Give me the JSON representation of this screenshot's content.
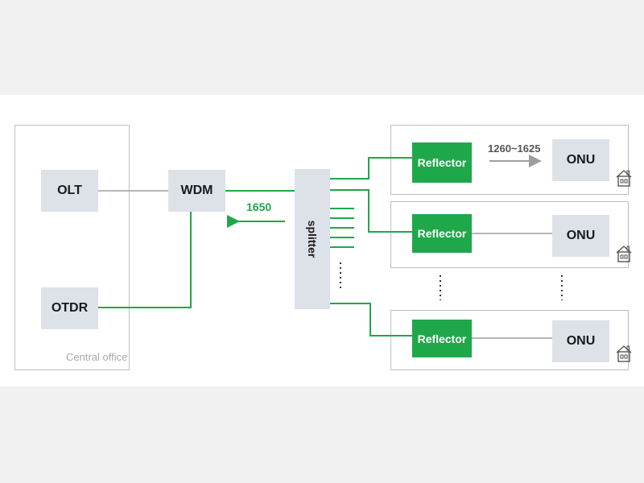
{
  "central_office": {
    "label": "Central office",
    "olt": "OLT",
    "otdr": "OTDR"
  },
  "wdm": "WDM",
  "splitter": "splitter",
  "wavelengths": {
    "downstream": "1650",
    "upstream": "1260~1625"
  },
  "branches": [
    {
      "reflector": "Reflector",
      "onu": "ONU"
    },
    {
      "reflector": "Reflector",
      "onu": "ONU"
    },
    {
      "reflector": "Reflector",
      "onu": "ONU"
    }
  ],
  "colors": {
    "green": "#1ea84a",
    "gray_line": "#9e9e9e",
    "box": "#dde1e8",
    "frame": "#bdbdbd"
  },
  "icons": [
    "house-icon",
    "arrow-left-icon",
    "arrow-right-icon"
  ]
}
